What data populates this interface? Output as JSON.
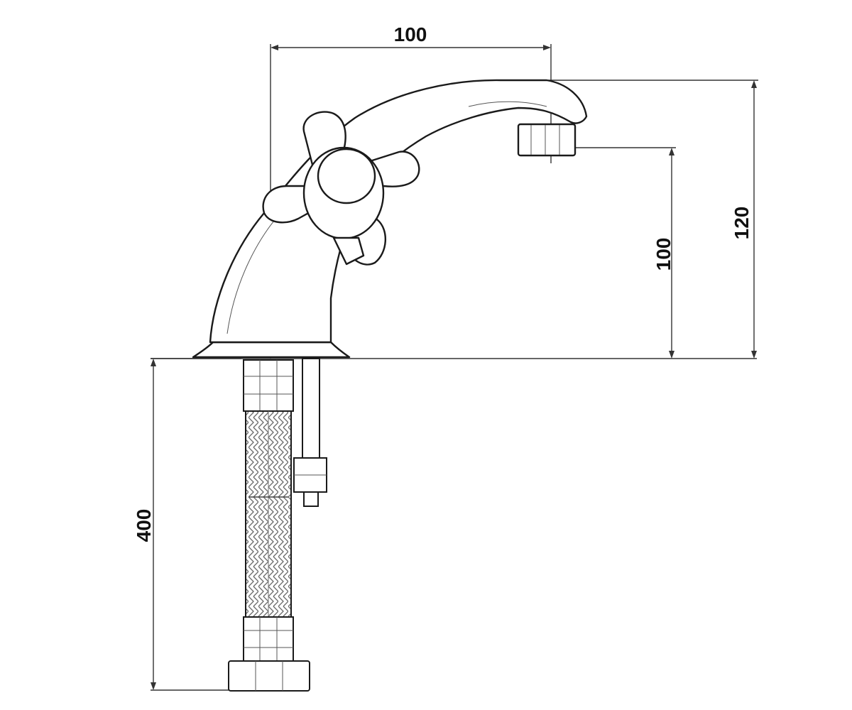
{
  "drawing": {
    "subject": "faucet-technical-drawing",
    "dimensions": {
      "spout_reach": "100",
      "total_height": "120",
      "spout_height": "100",
      "hose_length": "400"
    },
    "colors": {
      "line": "#1a1a1a",
      "dimension_line": "#333333",
      "background": "#ffffff"
    }
  }
}
